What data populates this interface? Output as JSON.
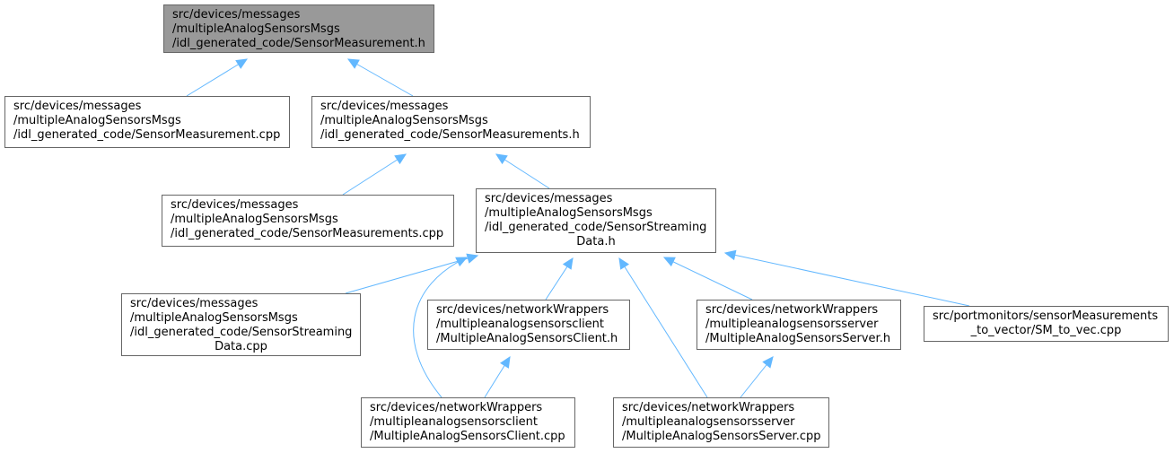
{
  "graph": {
    "edge_color": "#63b8ff",
    "node_border_color": "#666666",
    "current_node_fill": "#999999",
    "nodes": [
      {
        "id": "n_sensor_measurement_h",
        "lines": [
          "src/devices/messages",
          "/multipleAnalogSensorsMsgs",
          "/idl_generated_code/SensorMeasurement.h"
        ],
        "current": true
      },
      {
        "id": "n_sensor_measurement_cpp",
        "lines": [
          "src/devices/messages",
          "/multipleAnalogSensorsMsgs",
          "/idl_generated_code/SensorMeasurement.cpp"
        ]
      },
      {
        "id": "n_sensor_measurements_h",
        "lines": [
          "src/devices/messages",
          "/multipleAnalogSensorsMsgs",
          "/idl_generated_code/SensorMeasurements.h"
        ]
      },
      {
        "id": "n_sensor_measurements_cpp",
        "lines": [
          "src/devices/messages",
          "/multipleAnalogSensorsMsgs",
          "/idl_generated_code/SensorMeasurements.cpp"
        ]
      },
      {
        "id": "n_streaming_h",
        "lines": [
          "src/devices/messages",
          "/multipleAnalogSensorsMsgs",
          "/idl_generated_code/SensorStreaming",
          "Data.h"
        ]
      },
      {
        "id": "n_streaming_cpp",
        "lines": [
          "src/devices/messages",
          "/multipleAnalogSensorsMsgs",
          "/idl_generated_code/SensorStreaming",
          "Data.cpp"
        ]
      },
      {
        "id": "n_client_h",
        "lines": [
          "src/devices/networkWrappers",
          "/multipleanalogsensorsclient",
          "/MultipleAnalogSensorsClient.h"
        ]
      },
      {
        "id": "n_server_h",
        "lines": [
          "src/devices/networkWrappers",
          "/multipleanalogsensorsserver",
          "/MultipleAnalogSensorsServer.h"
        ]
      },
      {
        "id": "n_sm_to_vec",
        "lines": [
          "src/portmonitors/sensorMeasurements",
          "_to_vector/SM_to_vec.cpp"
        ]
      },
      {
        "id": "n_client_cpp",
        "lines": [
          "src/devices/networkWrappers",
          "/multipleanalogsensorsclient",
          "/MultipleAnalogSensorsClient.cpp"
        ]
      },
      {
        "id": "n_server_cpp",
        "lines": [
          "src/devices/networkWrappers",
          "/multipleanalogsensorsserver",
          "/MultipleAnalogSensorsServer.cpp"
        ]
      }
    ],
    "edges": [
      {
        "from": "n_sensor_measurement_cpp",
        "to": "n_sensor_measurement_h"
      },
      {
        "from": "n_sensor_measurements_h",
        "to": "n_sensor_measurement_h"
      },
      {
        "from": "n_sensor_measurements_cpp",
        "to": "n_sensor_measurements_h"
      },
      {
        "from": "n_streaming_h",
        "to": "n_sensor_measurements_h"
      },
      {
        "from": "n_streaming_cpp",
        "to": "n_streaming_h"
      },
      {
        "from": "n_client_cpp",
        "to": "n_streaming_h"
      },
      {
        "from": "n_client_h",
        "to": "n_streaming_h"
      },
      {
        "from": "n_server_cpp",
        "to": "n_streaming_h"
      },
      {
        "from": "n_server_h",
        "to": "n_streaming_h"
      },
      {
        "from": "n_sm_to_vec",
        "to": "n_streaming_h"
      },
      {
        "from": "n_client_cpp",
        "to": "n_client_h"
      },
      {
        "from": "n_server_cpp",
        "to": "n_server_h"
      }
    ]
  }
}
